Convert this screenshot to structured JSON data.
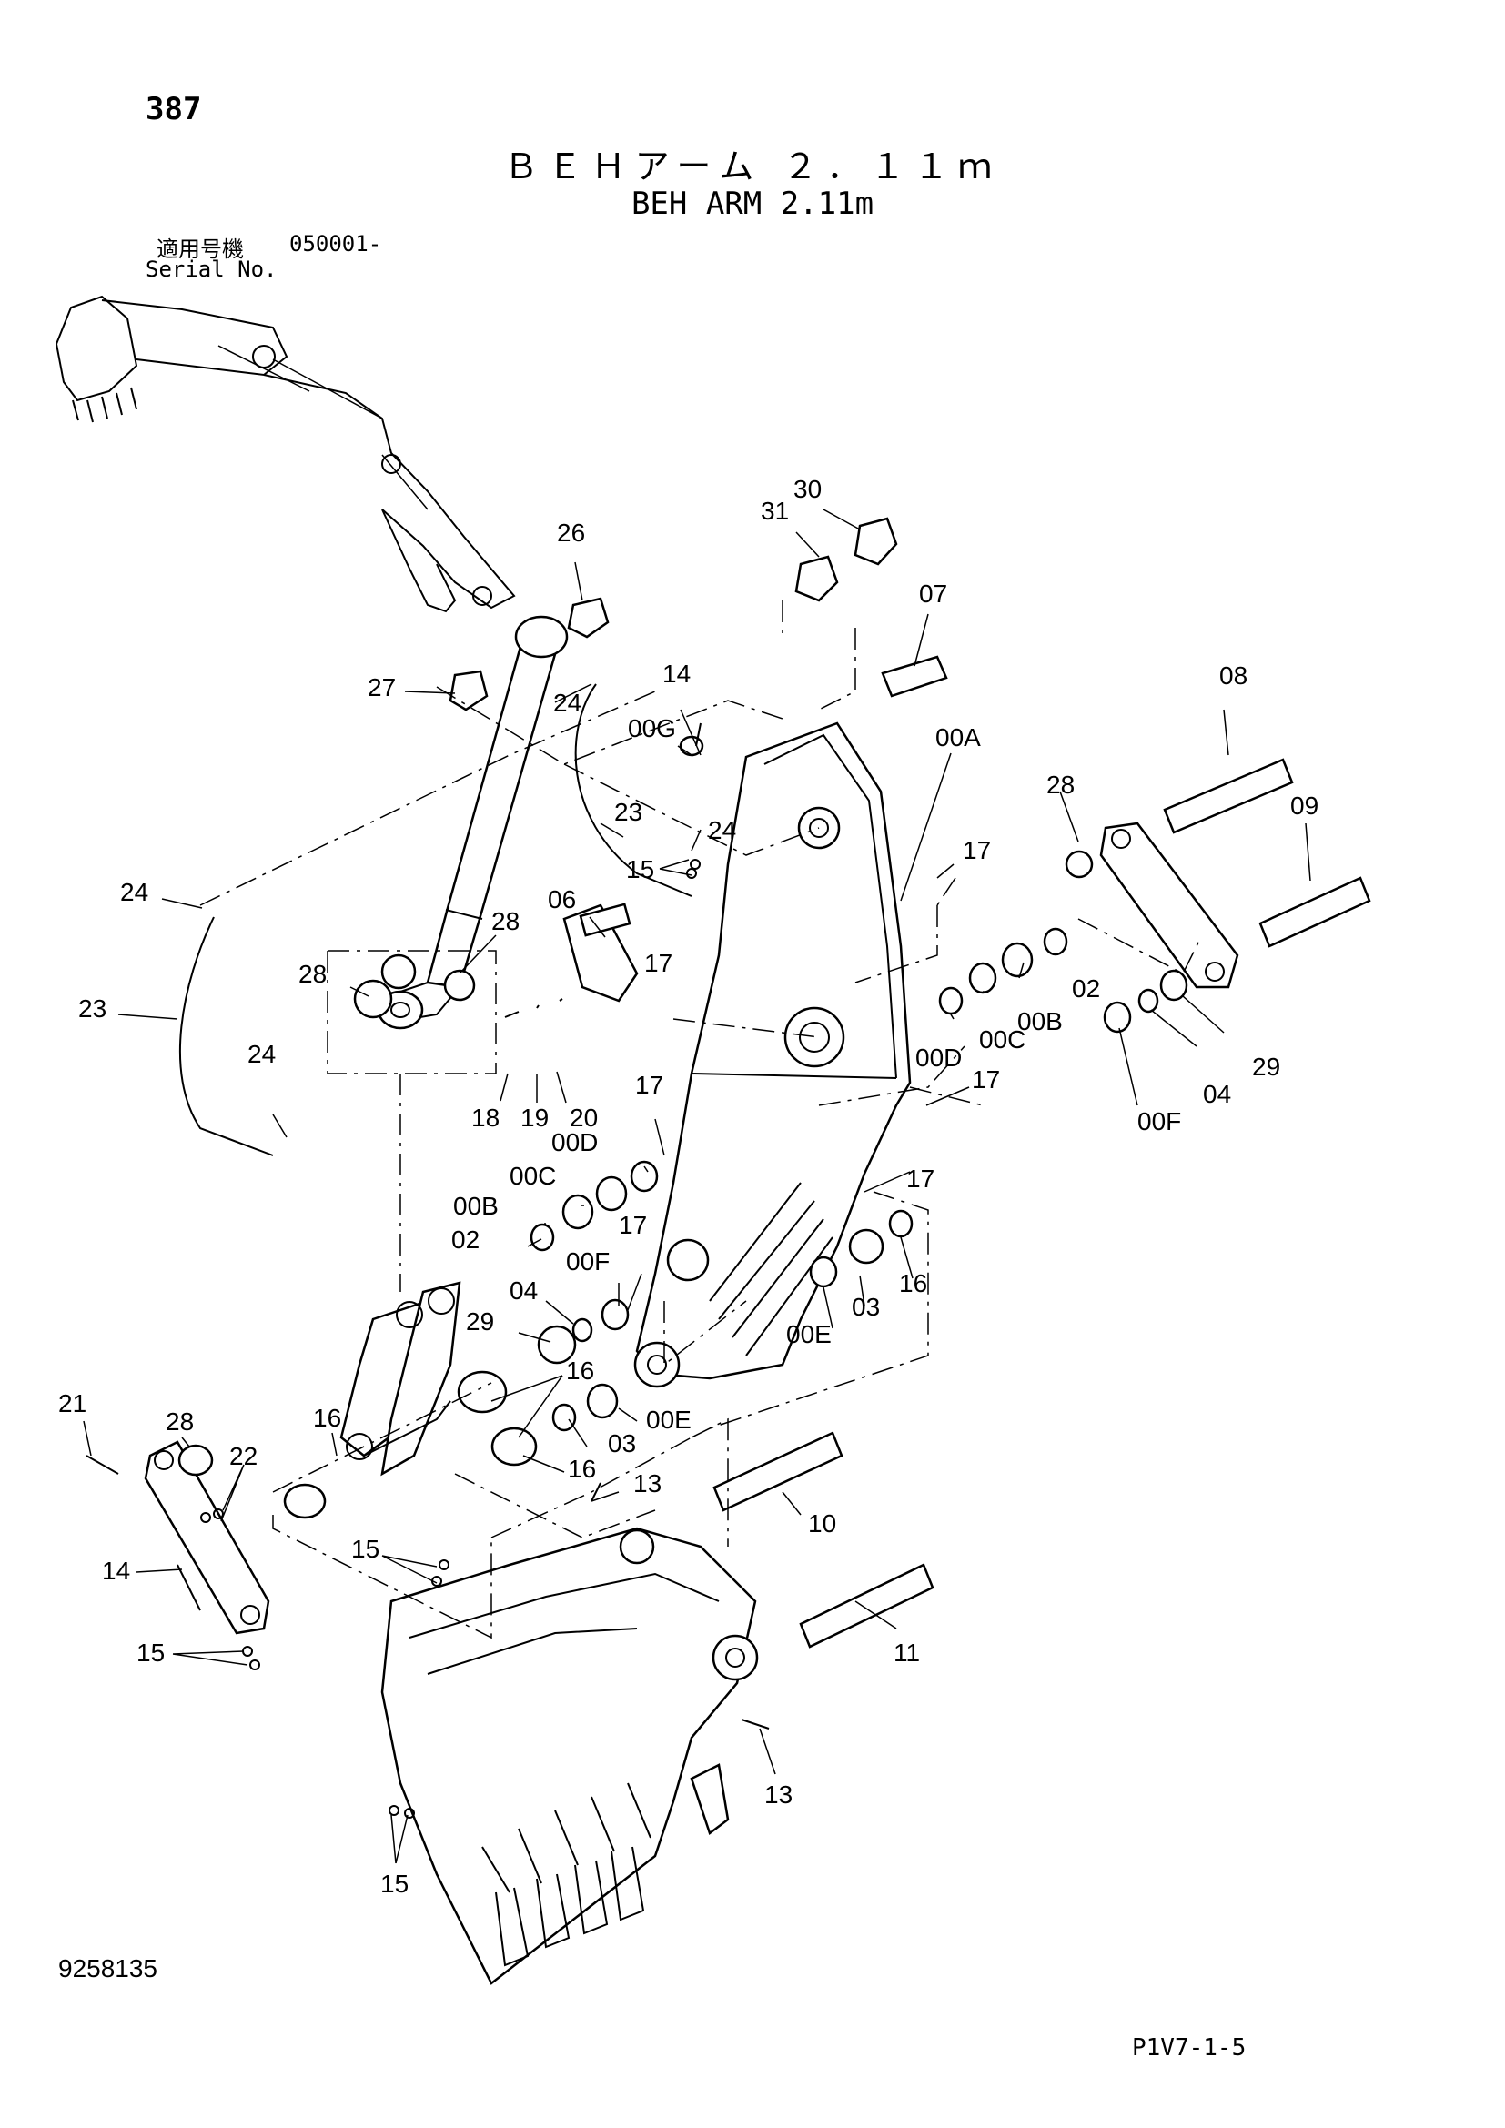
{
  "header": {
    "page_number": "387",
    "title_jp": "ＢＥＨアーム ２．１１ｍ",
    "title_en": "BEH ARM 2.11m",
    "serial_label_jp": "適用号機",
    "serial_value": "050001-",
    "serial_label_en": "Serial No."
  },
  "footer": {
    "drawing_number": "9258135",
    "sheet_code": "P1V7-1-5"
  },
  "callouts": [
    {
      "id": "c-31",
      "label": "31"
    },
    {
      "id": "c-30",
      "label": "30"
    },
    {
      "id": "c-26",
      "label": "26"
    },
    {
      "id": "c-07",
      "label": "07"
    },
    {
      "id": "c-27",
      "label": "27"
    },
    {
      "id": "c-24a",
      "label": "24"
    },
    {
      "id": "c-14a",
      "label": "14"
    },
    {
      "id": "c-00G",
      "label": "00G"
    },
    {
      "id": "c-00A",
      "label": "00A"
    },
    {
      "id": "c-08",
      "label": "08"
    },
    {
      "id": "c-23a",
      "label": "23"
    },
    {
      "id": "c-24b",
      "label": "24"
    },
    {
      "id": "c-15a",
      "label": "15"
    },
    {
      "id": "c-28a",
      "label": "28"
    },
    {
      "id": "c-09",
      "label": "09"
    },
    {
      "id": "c-17a",
      "label": "17"
    },
    {
      "id": "c-24c",
      "label": "24"
    },
    {
      "id": "c-06",
      "label": "06"
    },
    {
      "id": "c-28b",
      "label": "28"
    },
    {
      "id": "c-02a",
      "label": "02"
    },
    {
      "id": "c-28c",
      "label": "28"
    },
    {
      "id": "c-17b",
      "label": "17"
    },
    {
      "id": "c-00B",
      "label": "00B"
    },
    {
      "id": "c-00C",
      "label": "00C"
    },
    {
      "id": "c-23b",
      "label": "23"
    },
    {
      "id": "c-00D",
      "label": "00D"
    },
    {
      "id": "c-29a",
      "label": "29"
    },
    {
      "id": "c-24d",
      "label": "24"
    },
    {
      "id": "c-18",
      "label": "18"
    },
    {
      "id": "c-19",
      "label": "19"
    },
    {
      "id": "c-20",
      "label": "20"
    },
    {
      "id": "c-17c",
      "label": "17"
    },
    {
      "id": "c-04a",
      "label": "04"
    },
    {
      "id": "c-00F",
      "label": "00F"
    },
    {
      "id": "c-17d",
      "label": "17"
    },
    {
      "id": "c-00D2",
      "label": "00D"
    },
    {
      "id": "c-00C2",
      "label": "00C"
    },
    {
      "id": "c-00B2",
      "label": "00B"
    },
    {
      "id": "c-02b",
      "label": "02"
    },
    {
      "id": "c-17e",
      "label": "17"
    },
    {
      "id": "c-17f",
      "label": "17"
    },
    {
      "id": "c-00F2",
      "label": "00F"
    },
    {
      "id": "c-16a",
      "label": "16"
    },
    {
      "id": "c-04b",
      "label": "04"
    },
    {
      "id": "c-03a",
      "label": "03"
    },
    {
      "id": "c-29b",
      "label": "29"
    },
    {
      "id": "c-00E",
      "label": "00E"
    },
    {
      "id": "c-21",
      "label": "21"
    },
    {
      "id": "c-28d",
      "label": "28"
    },
    {
      "id": "c-16b",
      "label": "16"
    },
    {
      "id": "c-16c",
      "label": "16"
    },
    {
      "id": "c-00E2",
      "label": "00E"
    },
    {
      "id": "c-22",
      "label": "22"
    },
    {
      "id": "c-03b",
      "label": "03"
    },
    {
      "id": "c-16d",
      "label": "16"
    },
    {
      "id": "c-13a",
      "label": "13"
    },
    {
      "id": "c-10",
      "label": "10"
    },
    {
      "id": "c-14b",
      "label": "14"
    },
    {
      "id": "c-15b",
      "label": "15"
    },
    {
      "id": "c-15c",
      "label": "15"
    },
    {
      "id": "c-11",
      "label": "11"
    },
    {
      "id": "c-13b",
      "label": "13"
    },
    {
      "id": "c-15d",
      "label": "15"
    }
  ]
}
